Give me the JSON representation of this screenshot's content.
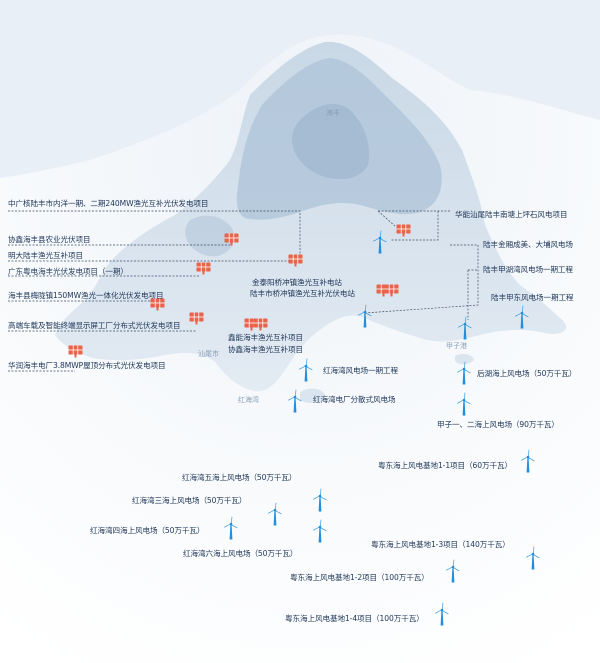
{
  "colors": {
    "land": "#dfe8f1",
    "mountain": "#b8cbdd",
    "sea": "#f3f6fa",
    "label": "#1d3557",
    "turbine": "#1f8fde",
    "solar": "#e8634a"
  },
  "place_names": {
    "haifeng_top": "海丰",
    "shanwei": "汕尾市",
    "jiazi": "甲子港",
    "hongwan": "红海湾"
  },
  "solar_projects": [
    {
      "id": "zhongguanghe",
      "label": "中广核陆丰市内洋一期、二期240MW渔光互补光伏发电项目"
    },
    {
      "id": "xiexin-agri",
      "label": "协鑫海丰县农业光伏项目"
    },
    {
      "id": "mingda",
      "label": "明大陆丰渔光互补项目"
    },
    {
      "id": "guangdong-yuedian",
      "label": "广东粤电海丰光伏发电项目（一期）"
    },
    {
      "id": "meilongzhen",
      "label": "海丰县梅陇镇150MW渔光一体化光伏发电项目"
    },
    {
      "id": "gaoduan",
      "label": "高端车载及智能终端显示屏工厂分布式光伏发电项目"
    },
    {
      "id": "huarun",
      "label": "华润海丰电厂3.8MWP屋顶分布式光伏发电项目"
    },
    {
      "id": "jintaiyang",
      "label": "金泰阳桥冲镇渔光互补电站"
    },
    {
      "id": "lufeng-qiaochong",
      "label": "陆丰市桥冲镇渔光互补光伏电站"
    },
    {
      "id": "xinneng",
      "label": "鑫能海丰渔光互补项目"
    },
    {
      "id": "xiexin-yuguang",
      "label": "协鑫海丰渔光互补项目"
    }
  ],
  "wind_projects": [
    {
      "id": "huaneng-nantang",
      "label": "华能汕尾陆丰南塘上坪石风电项目"
    },
    {
      "id": "jinshan",
      "label": "陆丰金厢成美、大埔风电场"
    },
    {
      "id": "jiahu",
      "label": "陆丰甲湖湾风电场一期工程"
    },
    {
      "id": "jiadong",
      "label": "陆丰甲东风电场一期工程"
    },
    {
      "id": "hongwan-phase1",
      "label": "红海湾风电场一期工程"
    },
    {
      "id": "houhu",
      "label": "后湖海上风电场（50万千瓦）"
    },
    {
      "id": "hongwan-distributed",
      "label": "红海湾电厂分散式风电场"
    },
    {
      "id": "jiazi-12",
      "label": "甲子一、二海上风电场（90万千瓦）"
    },
    {
      "id": "yuedong-11",
      "label": "粤东海上风电基地1-1项目（60万千瓦）"
    },
    {
      "id": "hongwan-5",
      "label": "红海湾五海上风电场（50万千瓦）"
    },
    {
      "id": "hongwan-3",
      "label": "红海湾三海上风电场（50万千瓦）"
    },
    {
      "id": "hongwan-4",
      "label": "红海湾四海上风电场（50万千瓦）"
    },
    {
      "id": "yuedong-13",
      "label": "粤东海上风电基地1-3项目（140万千瓦）"
    },
    {
      "id": "hongwan-6",
      "label": "红海湾六海上风电场（50万千瓦）"
    },
    {
      "id": "yuedong-12",
      "label": "粤东海上风电基地1-2项目（100万千瓦）"
    },
    {
      "id": "yuedong-14",
      "label": "粤东海上风电基地1-4项目（100万千瓦）"
    }
  ]
}
